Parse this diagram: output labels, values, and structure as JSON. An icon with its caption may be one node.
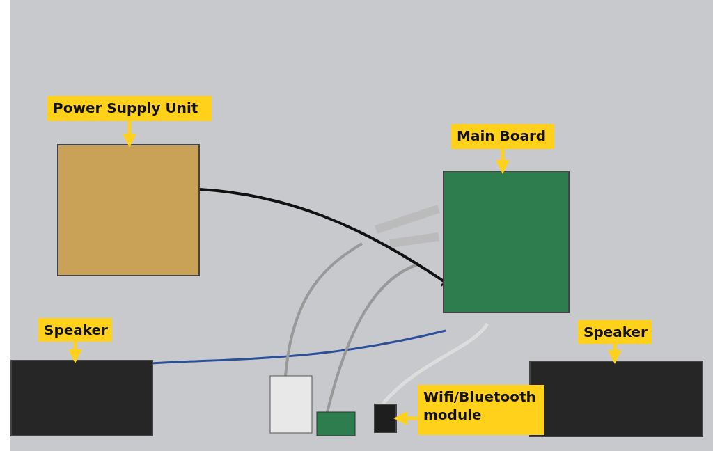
{
  "diagram": {
    "nodes": [
      {
        "text": [
          "Power Supply Unit"
        ]
      },
      {
        "text": [],
        "shape": "box"
      },
      {
        "text": [
          "Main Board"
        ]
      },
      {
        "text": [],
        "shape": "box"
      },
      {
        "text": [
          "Speaker"
        ]
      },
      {
        "text": [],
        "shape": "box"
      },
      {
        "text": [
          "Speaker"
        ]
      },
      {
        "text": [],
        "shape": "box"
      },
      {
        "text": [
          "Wifi/Bluetooth module"
        ]
      },
      {
        "text": [],
        "shape": "box"
      }
    ],
    "edges": [
      {
        "from": 0,
        "to": 1,
        "arrow": "to"
      },
      {
        "from": 1,
        "to": 3,
        "arrow": "none",
        "color": "#111111"
      },
      {
        "from": 2,
        "to": 3,
        "arrow": "to"
      },
      {
        "from": 4,
        "to": 5,
        "arrow": "to"
      },
      {
        "from": 6,
        "to": 7,
        "arrow": "to"
      },
      {
        "from": 8,
        "to": 9,
        "arrow": "to"
      }
    ]
  }
}
